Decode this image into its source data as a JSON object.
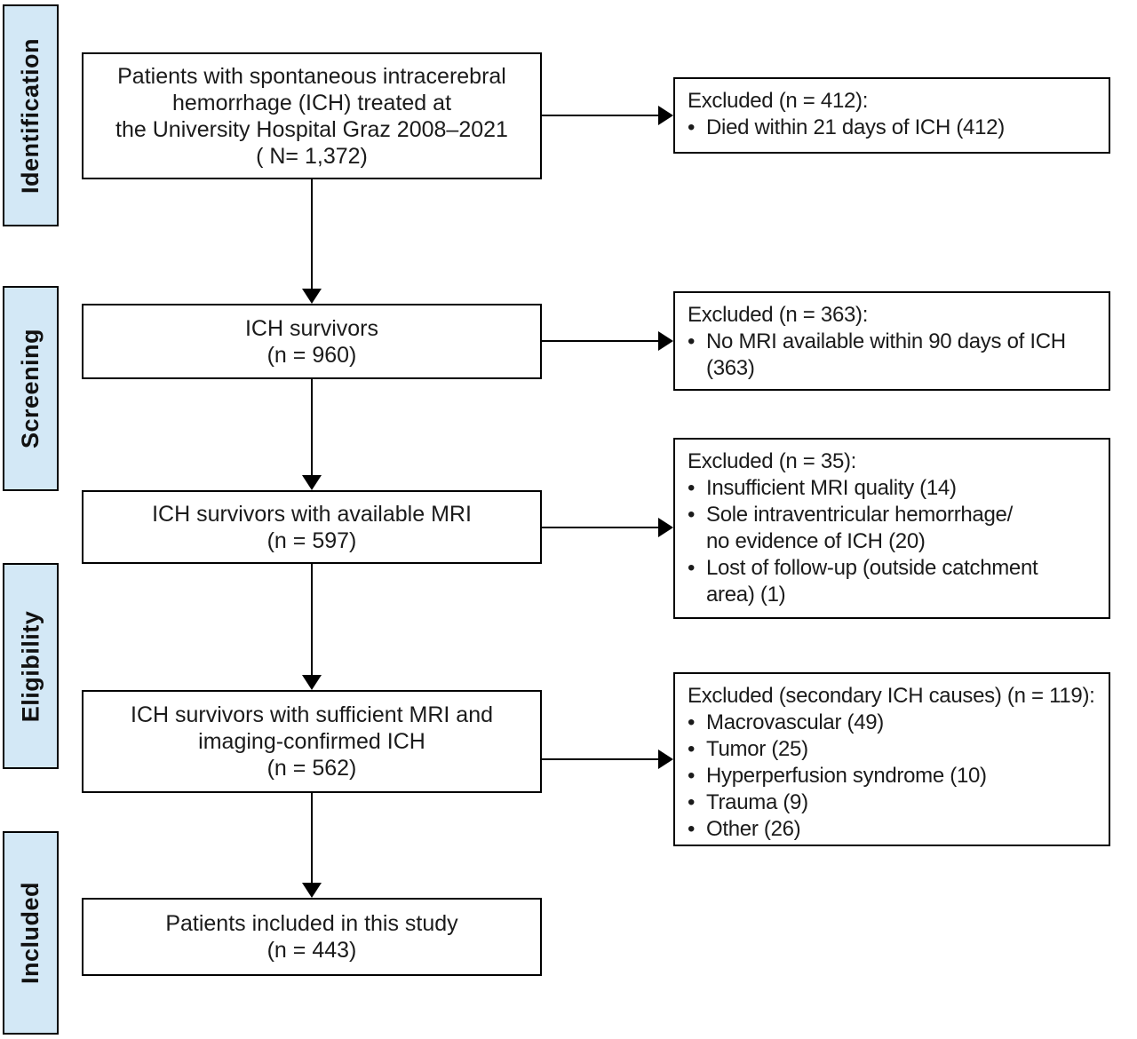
{
  "figure": {
    "bullet": "•",
    "colors": {
      "stage_fill": "#d3e8f6",
      "border": "#000000",
      "text": "#1b1b1b",
      "background": "#ffffff"
    },
    "stages": [
      {
        "label": "Identification"
      },
      {
        "label": "Screening"
      },
      {
        "label": "Eligibility"
      },
      {
        "label": "Included"
      }
    ],
    "flow_boxes": [
      {
        "lines": [
          "Patients with spontaneous intracerebral",
          "hemorrhage (ICH) treated at",
          "the University Hospital Graz 2008–2021",
          "( N= 1,372)"
        ]
      },
      {
        "lines": [
          "ICH survivors",
          "(n = 960)"
        ]
      },
      {
        "lines": [
          "ICH survivors with available MRI",
          "(n = 597)"
        ]
      },
      {
        "lines": [
          "ICH survivors with sufficient MRI and",
          "imaging-confirmed ICH",
          "(n = 562)"
        ]
      },
      {
        "lines": [
          "Patients included in this study",
          "(n = 443)"
        ]
      }
    ],
    "exclusion_boxes": [
      {
        "title": "Excluded (n = 412):",
        "items": [
          {
            "lines": [
              "Died within 21 days of ICH (412)"
            ]
          }
        ]
      },
      {
        "title": "Excluded (n = 363):",
        "items": [
          {
            "lines": [
              "No MRI available within 90 days of ICH",
              "(363)"
            ]
          }
        ]
      },
      {
        "title": "Excluded (n = 35):",
        "items": [
          {
            "lines": [
              "Insufficient MRI quality (14)"
            ]
          },
          {
            "lines": [
              "Sole intraventricular hemorrhage/",
              "no evidence of ICH (20)"
            ]
          },
          {
            "lines": [
              "Lost of follow-up (outside catchment",
              "area) (1)"
            ]
          }
        ]
      },
      {
        "title": "Excluded (secondary ICH causes) (n = 119):",
        "items": [
          {
            "lines": [
              "Macrovascular (49)"
            ]
          },
          {
            "lines": [
              "Tumor (25)"
            ]
          },
          {
            "lines": [
              "Hyperperfusion syndrome (10)"
            ]
          },
          {
            "lines": [
              "Trauma (9)"
            ]
          },
          {
            "lines": [
              "Other (26)"
            ]
          }
        ]
      }
    ]
  }
}
